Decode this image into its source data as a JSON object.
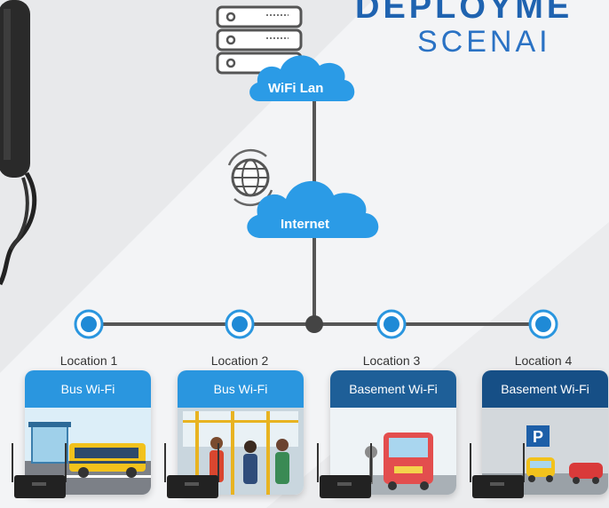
{
  "title": {
    "line1": "DEPLOYME",
    "line2": "SCENAI"
  },
  "network": {
    "lan_label": "WiFi Lan",
    "internet_label": "Internet"
  },
  "locations": [
    {
      "label": "Location 1",
      "service": "Bus Wi-Fi",
      "scene": "bus-stop",
      "header_color": "#2a96df"
    },
    {
      "label": "Location 2",
      "service": "Bus Wi-Fi",
      "scene": "bus-interior",
      "header_color": "#2a96df"
    },
    {
      "label": "Location 3",
      "service": "Basement Wi-Fi",
      "scene": "basement-bus",
      "header_color": "#1e5f98"
    },
    {
      "label": "Location 4",
      "service": "Basement Wi-Fi",
      "scene": "parking",
      "header_color": "#164f86"
    }
  ],
  "colors": {
    "cloud": "#2b9be6",
    "line": "#555555",
    "node": "#1f8ad6",
    "title": "#1f63b0"
  }
}
